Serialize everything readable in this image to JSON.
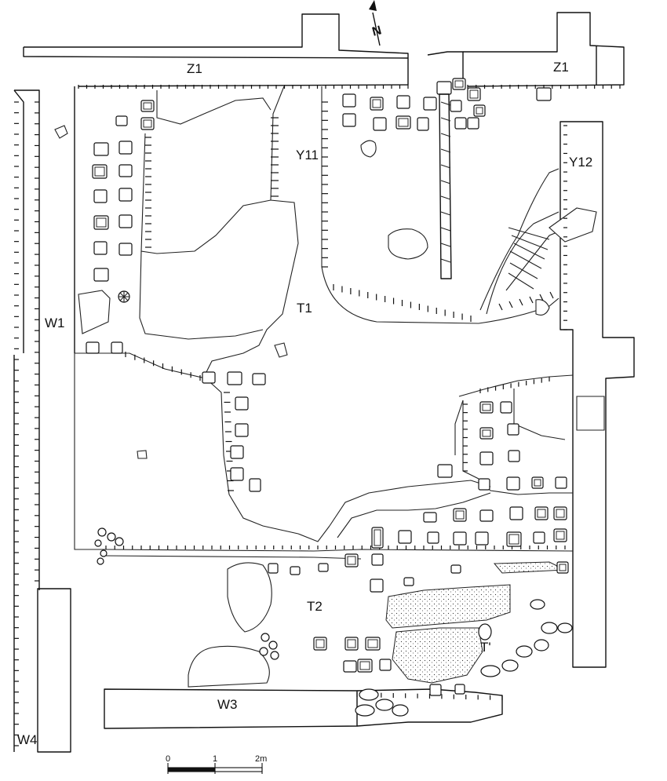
{
  "labels": {
    "z1_left": "Z1",
    "z1_right": "Z1",
    "y11": "Y11",
    "y12": "Y12",
    "t1": "T1",
    "t2": "T2",
    "t_prime": "T'",
    "w1": "W1",
    "w3": "W3",
    "w4": "W4"
  },
  "north_arrow": {
    "letter": "N"
  },
  "scale_bar": {
    "tick_0": "0",
    "tick_1": "1",
    "tick_2": "2m"
  }
}
